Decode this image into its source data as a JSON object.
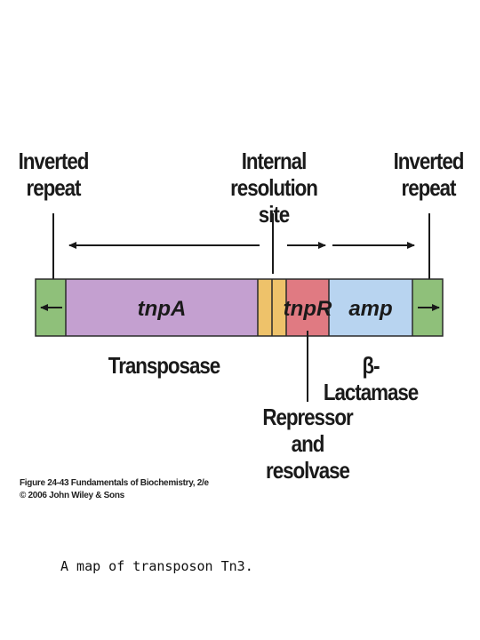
{
  "labels": {
    "inverted_repeat_left": [
      "Inverted",
      "repeat"
    ],
    "internal_resolution_site": [
      "Internal",
      "resolution site"
    ],
    "inverted_repeat_right": [
      "Inverted",
      "repeat"
    ],
    "transposase": "Transposase",
    "beta_lactamase": "β-Lactamase",
    "repressor": [
      "Repressor and",
      "resolvase"
    ]
  },
  "segments": {
    "ir_left": {
      "color": "#8fc07a"
    },
    "tnpA": {
      "label": "tnpA",
      "color": "#c4a0d0"
    },
    "res_site": {
      "color": "#eec26a"
    },
    "tnpR": {
      "label": "tnpR",
      "color": "#e07a82"
    },
    "amp": {
      "label": "amp",
      "color": "#b8d4f0"
    },
    "ir_right": {
      "color": "#8fc07a"
    }
  },
  "credit": {
    "line1": "Figure 24-43  Fundamentals of Biochemistry, 2/e",
    "line2": "© 2006 John Wiley & Sons"
  },
  "caption": "A map of transposon Tn3."
}
